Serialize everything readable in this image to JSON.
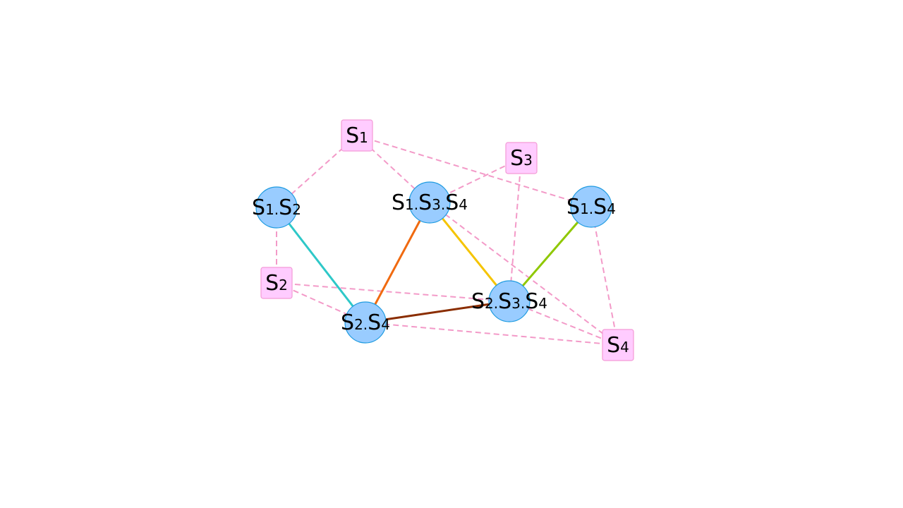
{
  "colors": {
    "background": "#ffffff",
    "source_fill": "#ffccff",
    "source_stroke": "#f39ad6",
    "combo_fill": "#99ccff",
    "combo_stroke": "#1f9be0",
    "dashed_edge": "#f39ac8"
  },
  "source_nodes": [
    {
      "id": "s1",
      "letter": "S",
      "sub": "1"
    },
    {
      "id": "s2",
      "letter": "S",
      "sub": "2"
    },
    {
      "id": "s3",
      "letter": "S",
      "sub": "3"
    },
    {
      "id": "s4",
      "letter": "S",
      "sub": "4"
    }
  ],
  "combo_nodes": [
    {
      "id": "s12",
      "parts": [
        {
          "letter": "S",
          "sub": "1"
        },
        {
          "letter": "S",
          "sub": "2"
        }
      ]
    },
    {
      "id": "s134",
      "parts": [
        {
          "letter": "S",
          "sub": "1"
        },
        {
          "letter": "S",
          "sub": "3"
        },
        {
          "letter": "S",
          "sub": "4"
        }
      ]
    },
    {
      "id": "s14",
      "parts": [
        {
          "letter": "S",
          "sub": "1"
        },
        {
          "letter": "S",
          "sub": "4"
        }
      ]
    },
    {
      "id": "s24",
      "parts": [
        {
          "letter": "S",
          "sub": "2"
        },
        {
          "letter": "S",
          "sub": "4"
        }
      ]
    },
    {
      "id": "s234",
      "parts": [
        {
          "letter": "S",
          "sub": "2"
        },
        {
          "letter": "S",
          "sub": "3"
        },
        {
          "letter": "S",
          "sub": "4"
        }
      ]
    }
  ],
  "dashed_edges": [
    [
      "s1",
      "s12"
    ],
    [
      "s1",
      "s134"
    ],
    [
      "s1",
      "s14"
    ],
    [
      "s3",
      "s134"
    ],
    [
      "s3",
      "s234"
    ],
    [
      "s2",
      "s12"
    ],
    [
      "s2",
      "s24"
    ],
    [
      "s2",
      "s234"
    ],
    [
      "s4",
      "s24"
    ],
    [
      "s4",
      "s134"
    ],
    [
      "s4",
      "s14"
    ],
    [
      "s4",
      "s234"
    ]
  ],
  "solid_edges": [
    {
      "from": "s12",
      "to": "s24",
      "color": "#2ec8c8"
    },
    {
      "from": "s134",
      "to": "s24",
      "color": "#f06a10"
    },
    {
      "from": "s134",
      "to": "s234",
      "color": "#f5c400"
    },
    {
      "from": "s14",
      "to": "s234",
      "color": "#8fc800"
    },
    {
      "from": "s24",
      "to": "s234",
      "color": "#8a2d00"
    }
  ]
}
